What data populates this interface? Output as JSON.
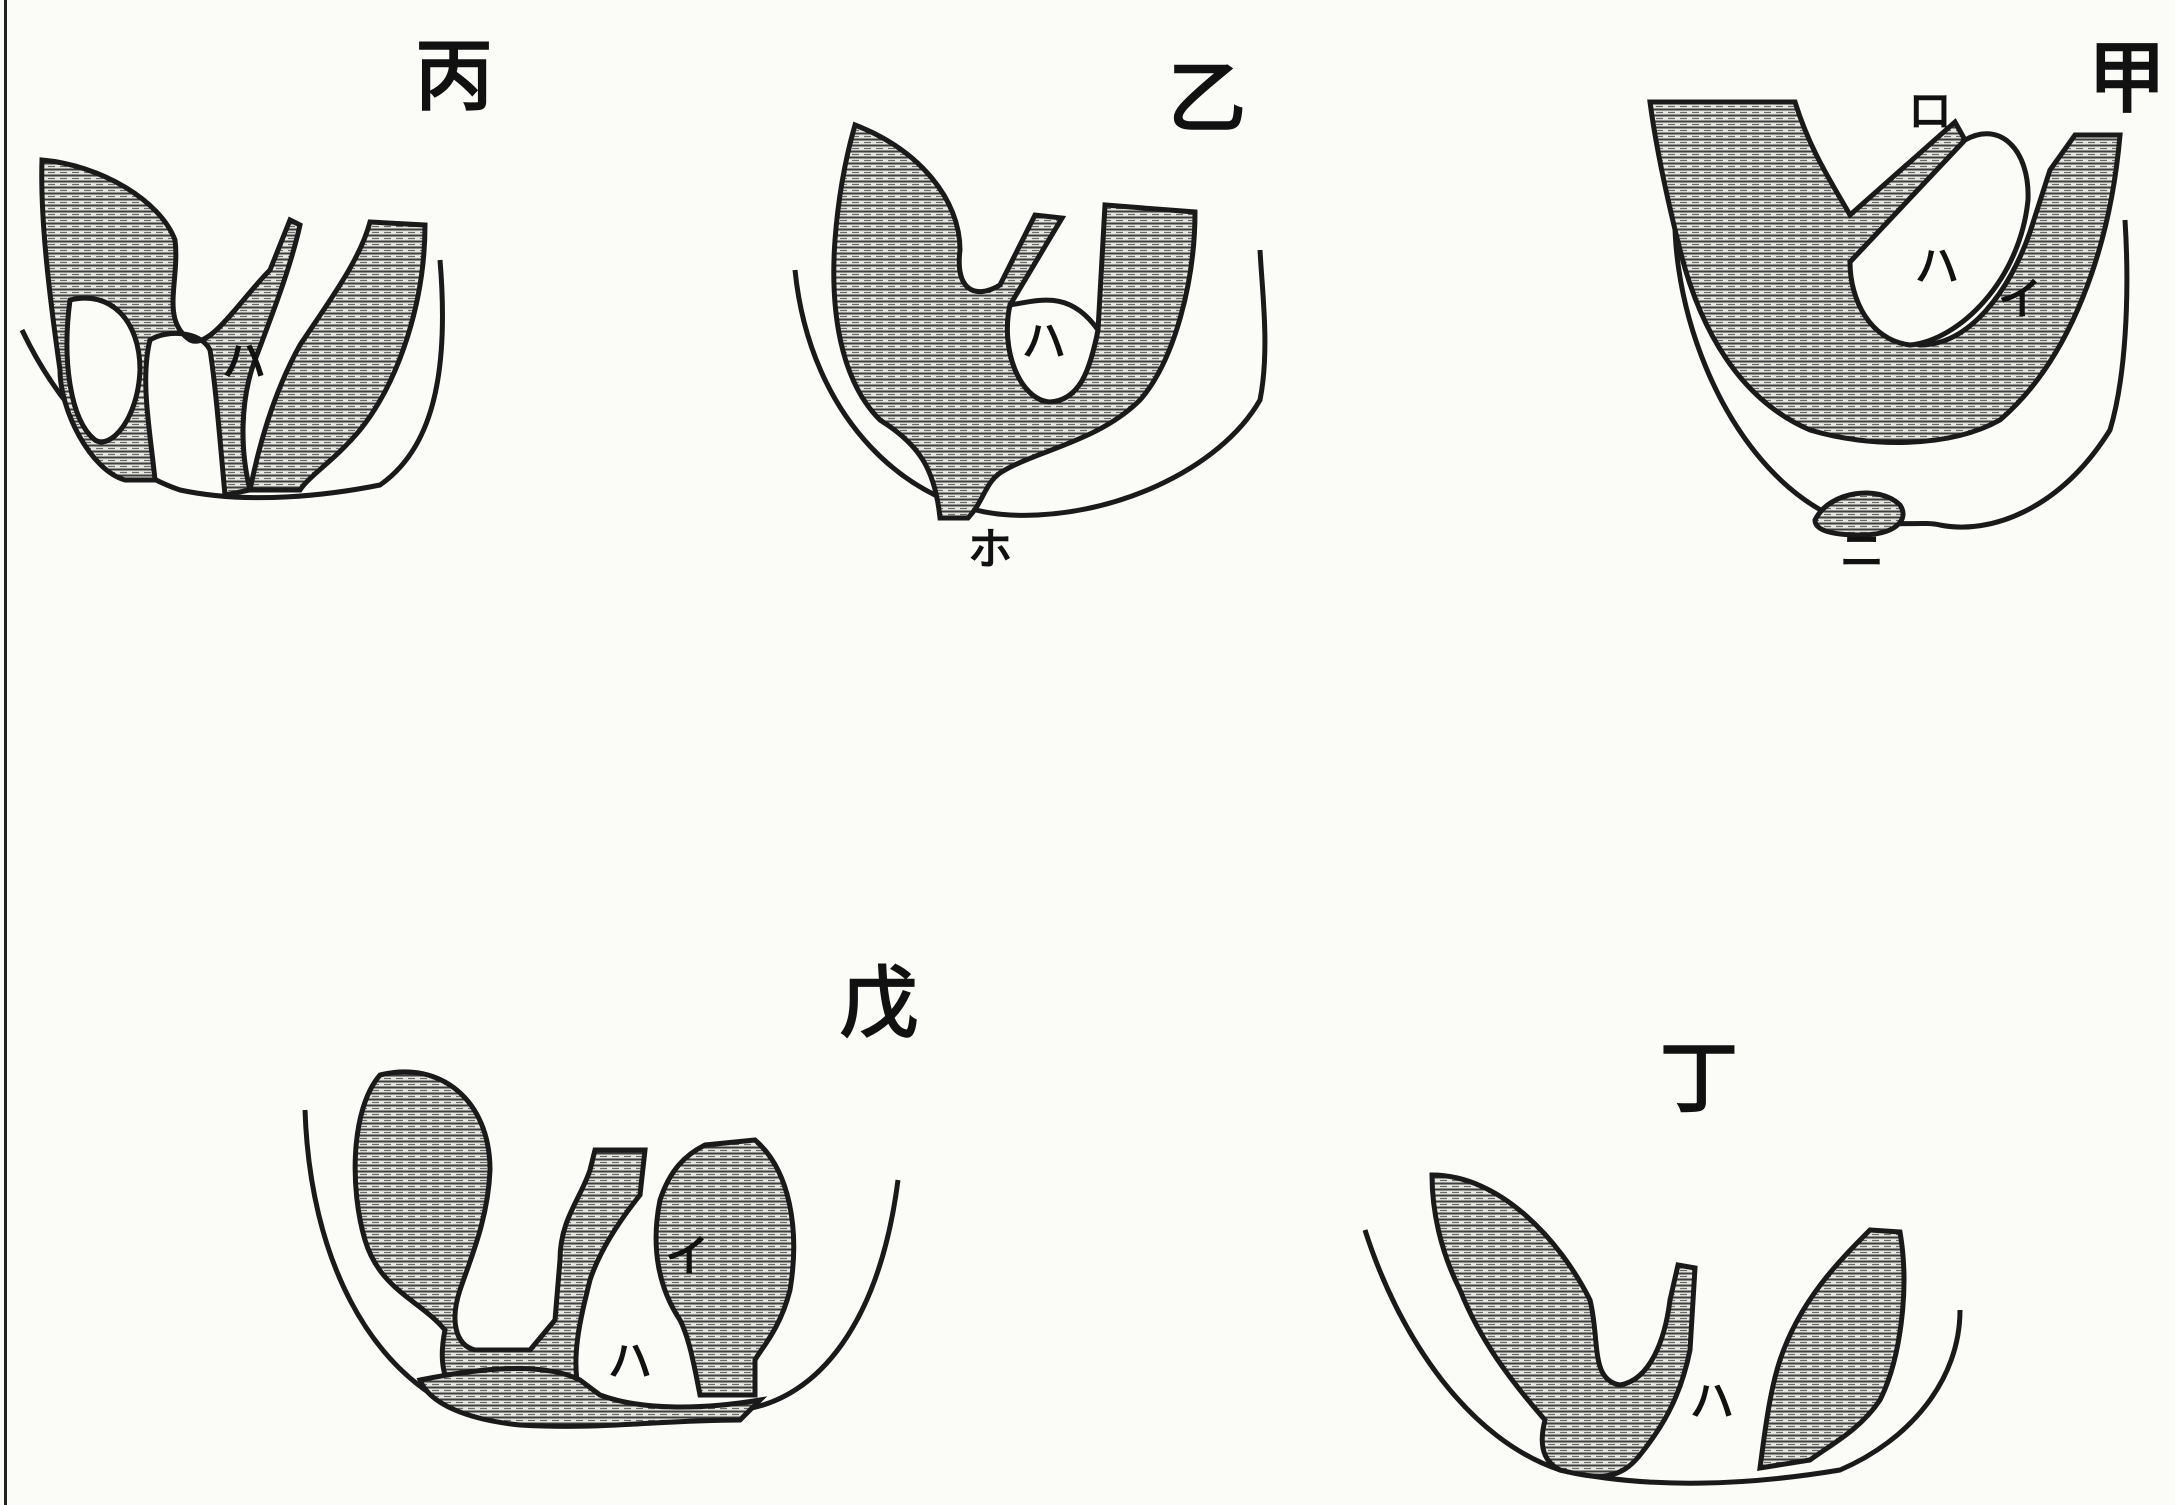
{
  "figures": [
    {
      "id": "jia",
      "label": "甲",
      "parts": [
        "ロ",
        "ハ",
        "イ",
        "ニ"
      ]
    },
    {
      "id": "yi",
      "label": "乙",
      "parts": [
        "ハ",
        "ホ"
      ]
    },
    {
      "id": "bing",
      "label": "丙",
      "parts": [
        "ハ"
      ]
    },
    {
      "id": "ding",
      "label": "丁",
      "parts": [
        "ハ"
      ]
    },
    {
      "id": "wu",
      "label": "戊",
      "parts": [
        "ハ",
        "イ"
      ]
    }
  ],
  "style": {
    "ink": "#1a1a1a",
    "paper": "#fbfbf8",
    "hatch": "#555555"
  }
}
